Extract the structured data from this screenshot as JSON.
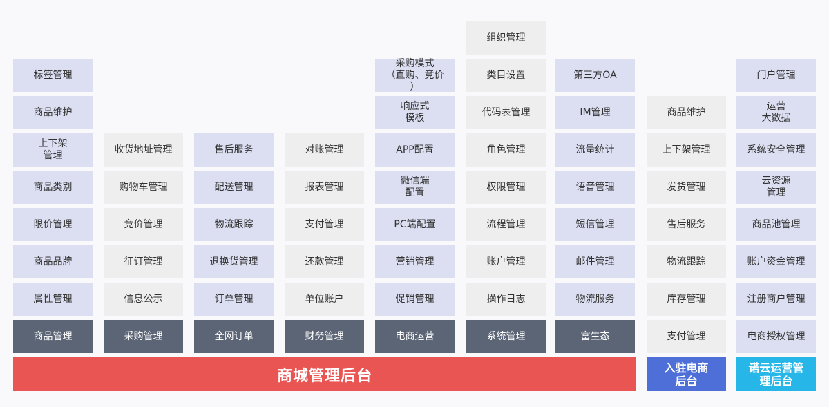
{
  "columns": [
    {
      "root": "商品管理",
      "items": [
        "属性管理",
        "商品品牌",
        "限价管理",
        "商品类别",
        "上下架\n管理",
        "商品维护",
        "标签管理"
      ]
    },
    {
      "root": "采购管理",
      "items": [
        "信息公示",
        "征订管理",
        "竞价管理",
        "购物车管理",
        "收货地址管理"
      ]
    },
    {
      "root": "全网订单",
      "items": [
        "订单管理",
        "退换货管理",
        "物流跟踪",
        "配送管理",
        "售后服务"
      ]
    },
    {
      "root": "财务管理",
      "items": [
        "单位账户",
        "还款管理",
        "支付管理",
        "报表管理",
        "对账管理"
      ]
    },
    {
      "root": "电商运营",
      "items": [
        "促销管理",
        "营销管理",
        "PC端配置",
        "微信端\n配置",
        "APP配置",
        "响应式\n模板",
        "采购模式\n（直购、竞价\n）"
      ]
    },
    {
      "root": "系统管理",
      "items": [
        "操作日志",
        "账户管理",
        "流程管理",
        "权限管理",
        "角色管理",
        "代码表管理",
        "类目设置",
        "组织管理"
      ]
    },
    {
      "root": "富生态",
      "items": [
        "物流服务",
        "邮件管理",
        "短信管理",
        "语音管理",
        "流量统计",
        "IM管理",
        "第三方OA"
      ]
    },
    {
      "root": "支付管理",
      "items": [
        "库存管理",
        "物流跟踪",
        "售后服务",
        "发货管理",
        "上下架管理",
        "商品维护"
      ]
    },
    {
      "root": "电商授权管理",
      "items": [
        "注册商户管理",
        "账户资金管理",
        "商品池管理",
        "云资源\n管理",
        "系统安全管理",
        "运营\n大数据",
        "门户管理"
      ]
    }
  ],
  "banners": {
    "main": "商城管理后台",
    "merchant": "入驻电商\n后台",
    "nuoyun": "诺云运营管\n理后台"
  },
  "colors": {
    "item_blue": "#dcdff2",
    "item_gray": "#eeeeee",
    "root_dark": "#5c6576",
    "banner_red": "#e85552",
    "banner_blue": "#4d6fd7",
    "banner_cyan": "#26b6e8"
  }
}
